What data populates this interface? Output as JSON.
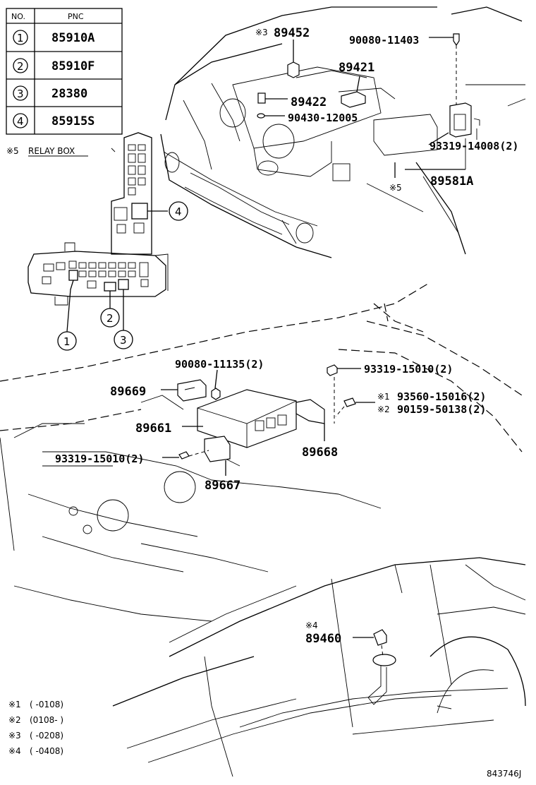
{
  "table": {
    "header_no": "NO.",
    "header_pnc": "PNC",
    "rows": [
      {
        "no": "1",
        "pnc": "85910A"
      },
      {
        "no": "2",
        "pnc": "85910F"
      },
      {
        "no": "3",
        "pnc": "28380"
      },
      {
        "no": "4",
        "pnc": "85915S"
      }
    ]
  },
  "relay_box": {
    "mark": "※5",
    "label": "RELAY BOX"
  },
  "callouts": [
    "1",
    "2",
    "3",
    "4"
  ],
  "parts": {
    "p89452": {
      "mark": "※3",
      "code": "89452"
    },
    "p90080_11403": "90080-11403",
    "p89421": "89421",
    "p89422": "89422",
    "p90430_12005": "90430-12005",
    "p93319_14008": "93319-14008(2)",
    "p89581A": {
      "mark": "※5",
      "code": "89581A"
    },
    "p90080_11135": "90080-11135(2)",
    "p93319_15010_a": "93319-15010(2)",
    "p89669": "89669",
    "p93560_15016": {
      "mark": "※1",
      "code": "93560-15016(2)"
    },
    "p90159_50138": {
      "mark": "※2",
      "code": "90159-50138(2)"
    },
    "p89661": "89661",
    "p93319_15010_b": "93319-15010(2)",
    "p89668": "89668",
    "p89667": "89667",
    "p89460": {
      "mark": "※4",
      "code": "89460"
    }
  },
  "notes": [
    {
      "mark": "※1",
      "text": "(      -0108)"
    },
    {
      "mark": "※2",
      "text": "(0108-      )"
    },
    {
      "mark": "※3",
      "text": "(      -0208)"
    },
    {
      "mark": "※4",
      "text": "(      -0408)"
    }
  ],
  "ref": "843746J"
}
